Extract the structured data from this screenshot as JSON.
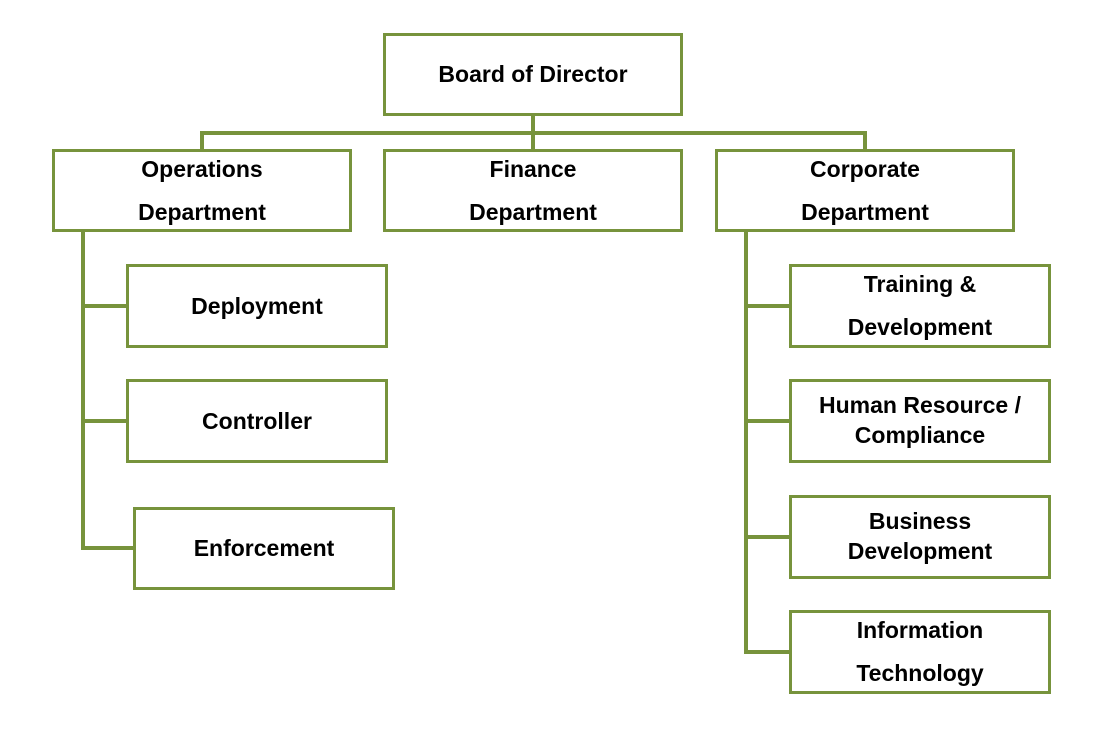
{
  "board": {
    "label": "Board of Director"
  },
  "departments": {
    "operations": {
      "label": "Operations\nDepartment",
      "units": {
        "deployment": "Deployment",
        "controller": "Controller",
        "enforcement": "Enforcement"
      }
    },
    "finance": {
      "label": "Finance\nDepartment"
    },
    "corporate": {
      "label": "Corporate\nDepartment",
      "units": {
        "training": "Training &\nDevelopment",
        "hr": "Human Resource /\nCompliance",
        "business": "Business\nDevelopment",
        "it": "Information\nTechnology"
      }
    }
  },
  "colors": {
    "border": "#77933c",
    "text": "#000000",
    "background": "#ffffff"
  }
}
